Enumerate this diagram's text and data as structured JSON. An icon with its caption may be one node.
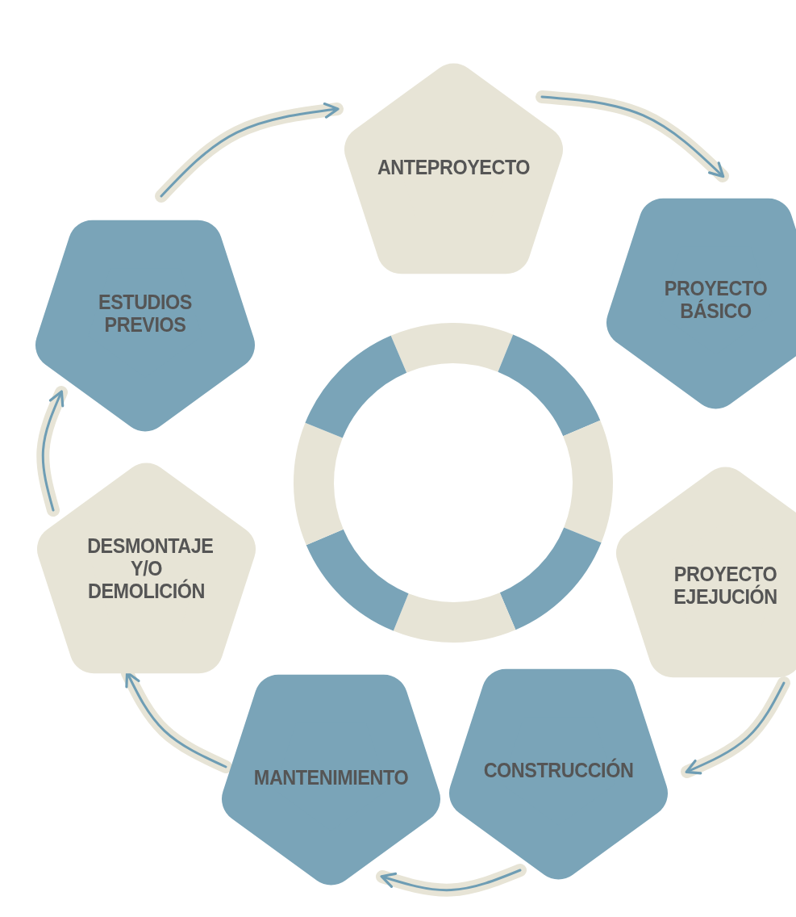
{
  "diagram": {
    "nodes": [
      {
        "text": [
          "ESTUDIOS PREVIOS"
        ]
      },
      {
        "text": [
          "ANTEPROYECTO"
        ]
      },
      {
        "text": [
          "PROYECTO BÁSICO"
        ]
      },
      {
        "text": [
          "PROYECTO EJEJUCIÓN"
        ]
      },
      {
        "text": [
          "CONSTRUCCIÓN"
        ]
      },
      {
        "text": [
          "MANTENIMIENTO"
        ]
      },
      {
        "text": [
          "DESMONTAJE Y/O DEMOLICIÓN"
        ]
      }
    ],
    "edges": [
      {
        "from": 0,
        "to": 1,
        "arrow": "to"
      },
      {
        "from": 1,
        "to": 2,
        "arrow": "to"
      },
      {
        "from": 3,
        "to": 4,
        "arrow": "to"
      },
      {
        "from": 4,
        "to": 5,
        "arrow": "to"
      },
      {
        "from": 5,
        "to": 6,
        "arrow": "to"
      },
      {
        "from": 6,
        "to": 0,
        "arrow": "to"
      }
    ]
  }
}
